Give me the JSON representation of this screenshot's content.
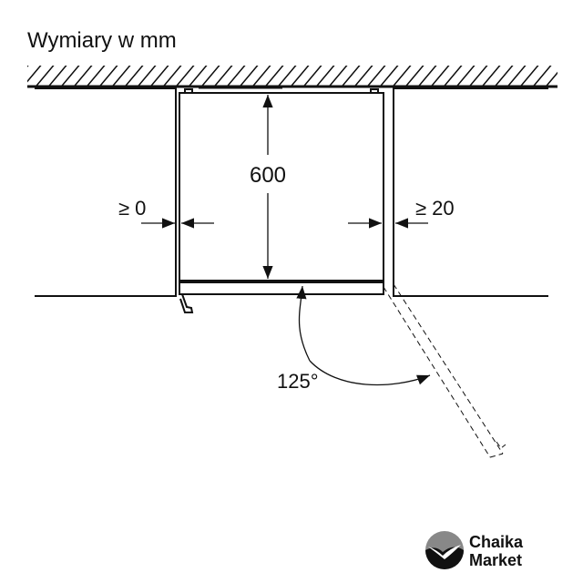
{
  "title": "Wymiary w mm",
  "dimensions": {
    "depth": "600",
    "left_gap": "≥ 0",
    "right_gap": "≥ 20",
    "door_angle": "125°"
  },
  "logo": {
    "line1": "Chaika",
    "line2": "Market"
  }
}
